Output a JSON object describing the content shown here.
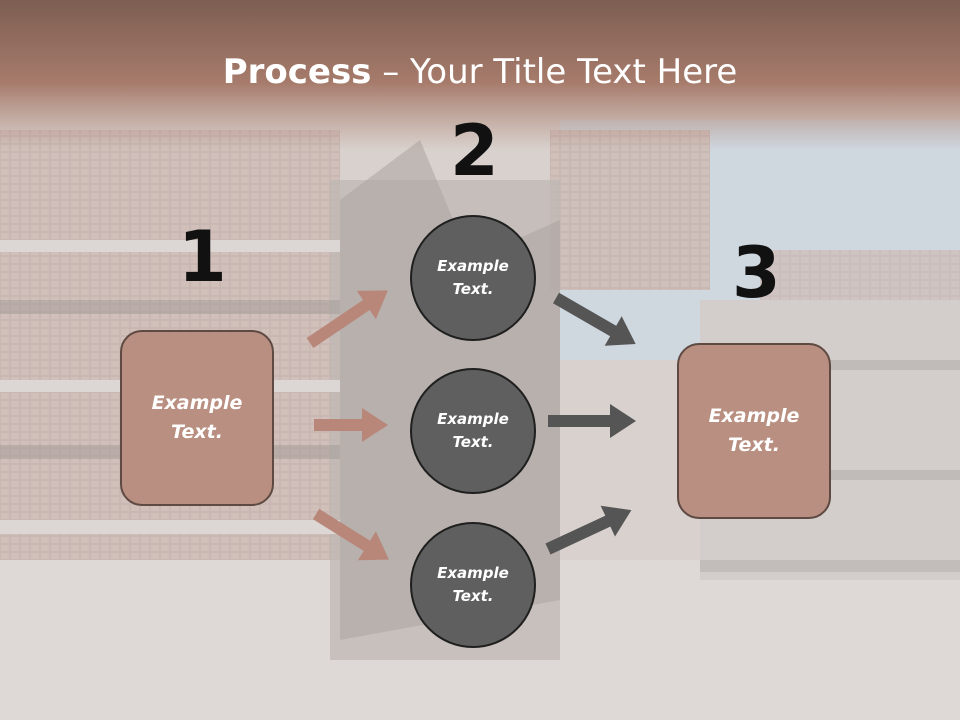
{
  "slide": {
    "title_bold": "Process",
    "title_rest": " – Your Title Text Here",
    "numbers": [
      "1",
      "2",
      "3"
    ],
    "left_box": "Example\nText.",
    "right_box": "Example\nText.",
    "circles": [
      "Example\nText.",
      "Example\nText.",
      "Example\nText."
    ]
  },
  "colors": {
    "header_band": "#a57a6a",
    "box_fill": "#b88f80",
    "circle_fill": "#5f5f5f",
    "left_arrows": "#b8877a",
    "right_arrows": "#555555"
  }
}
